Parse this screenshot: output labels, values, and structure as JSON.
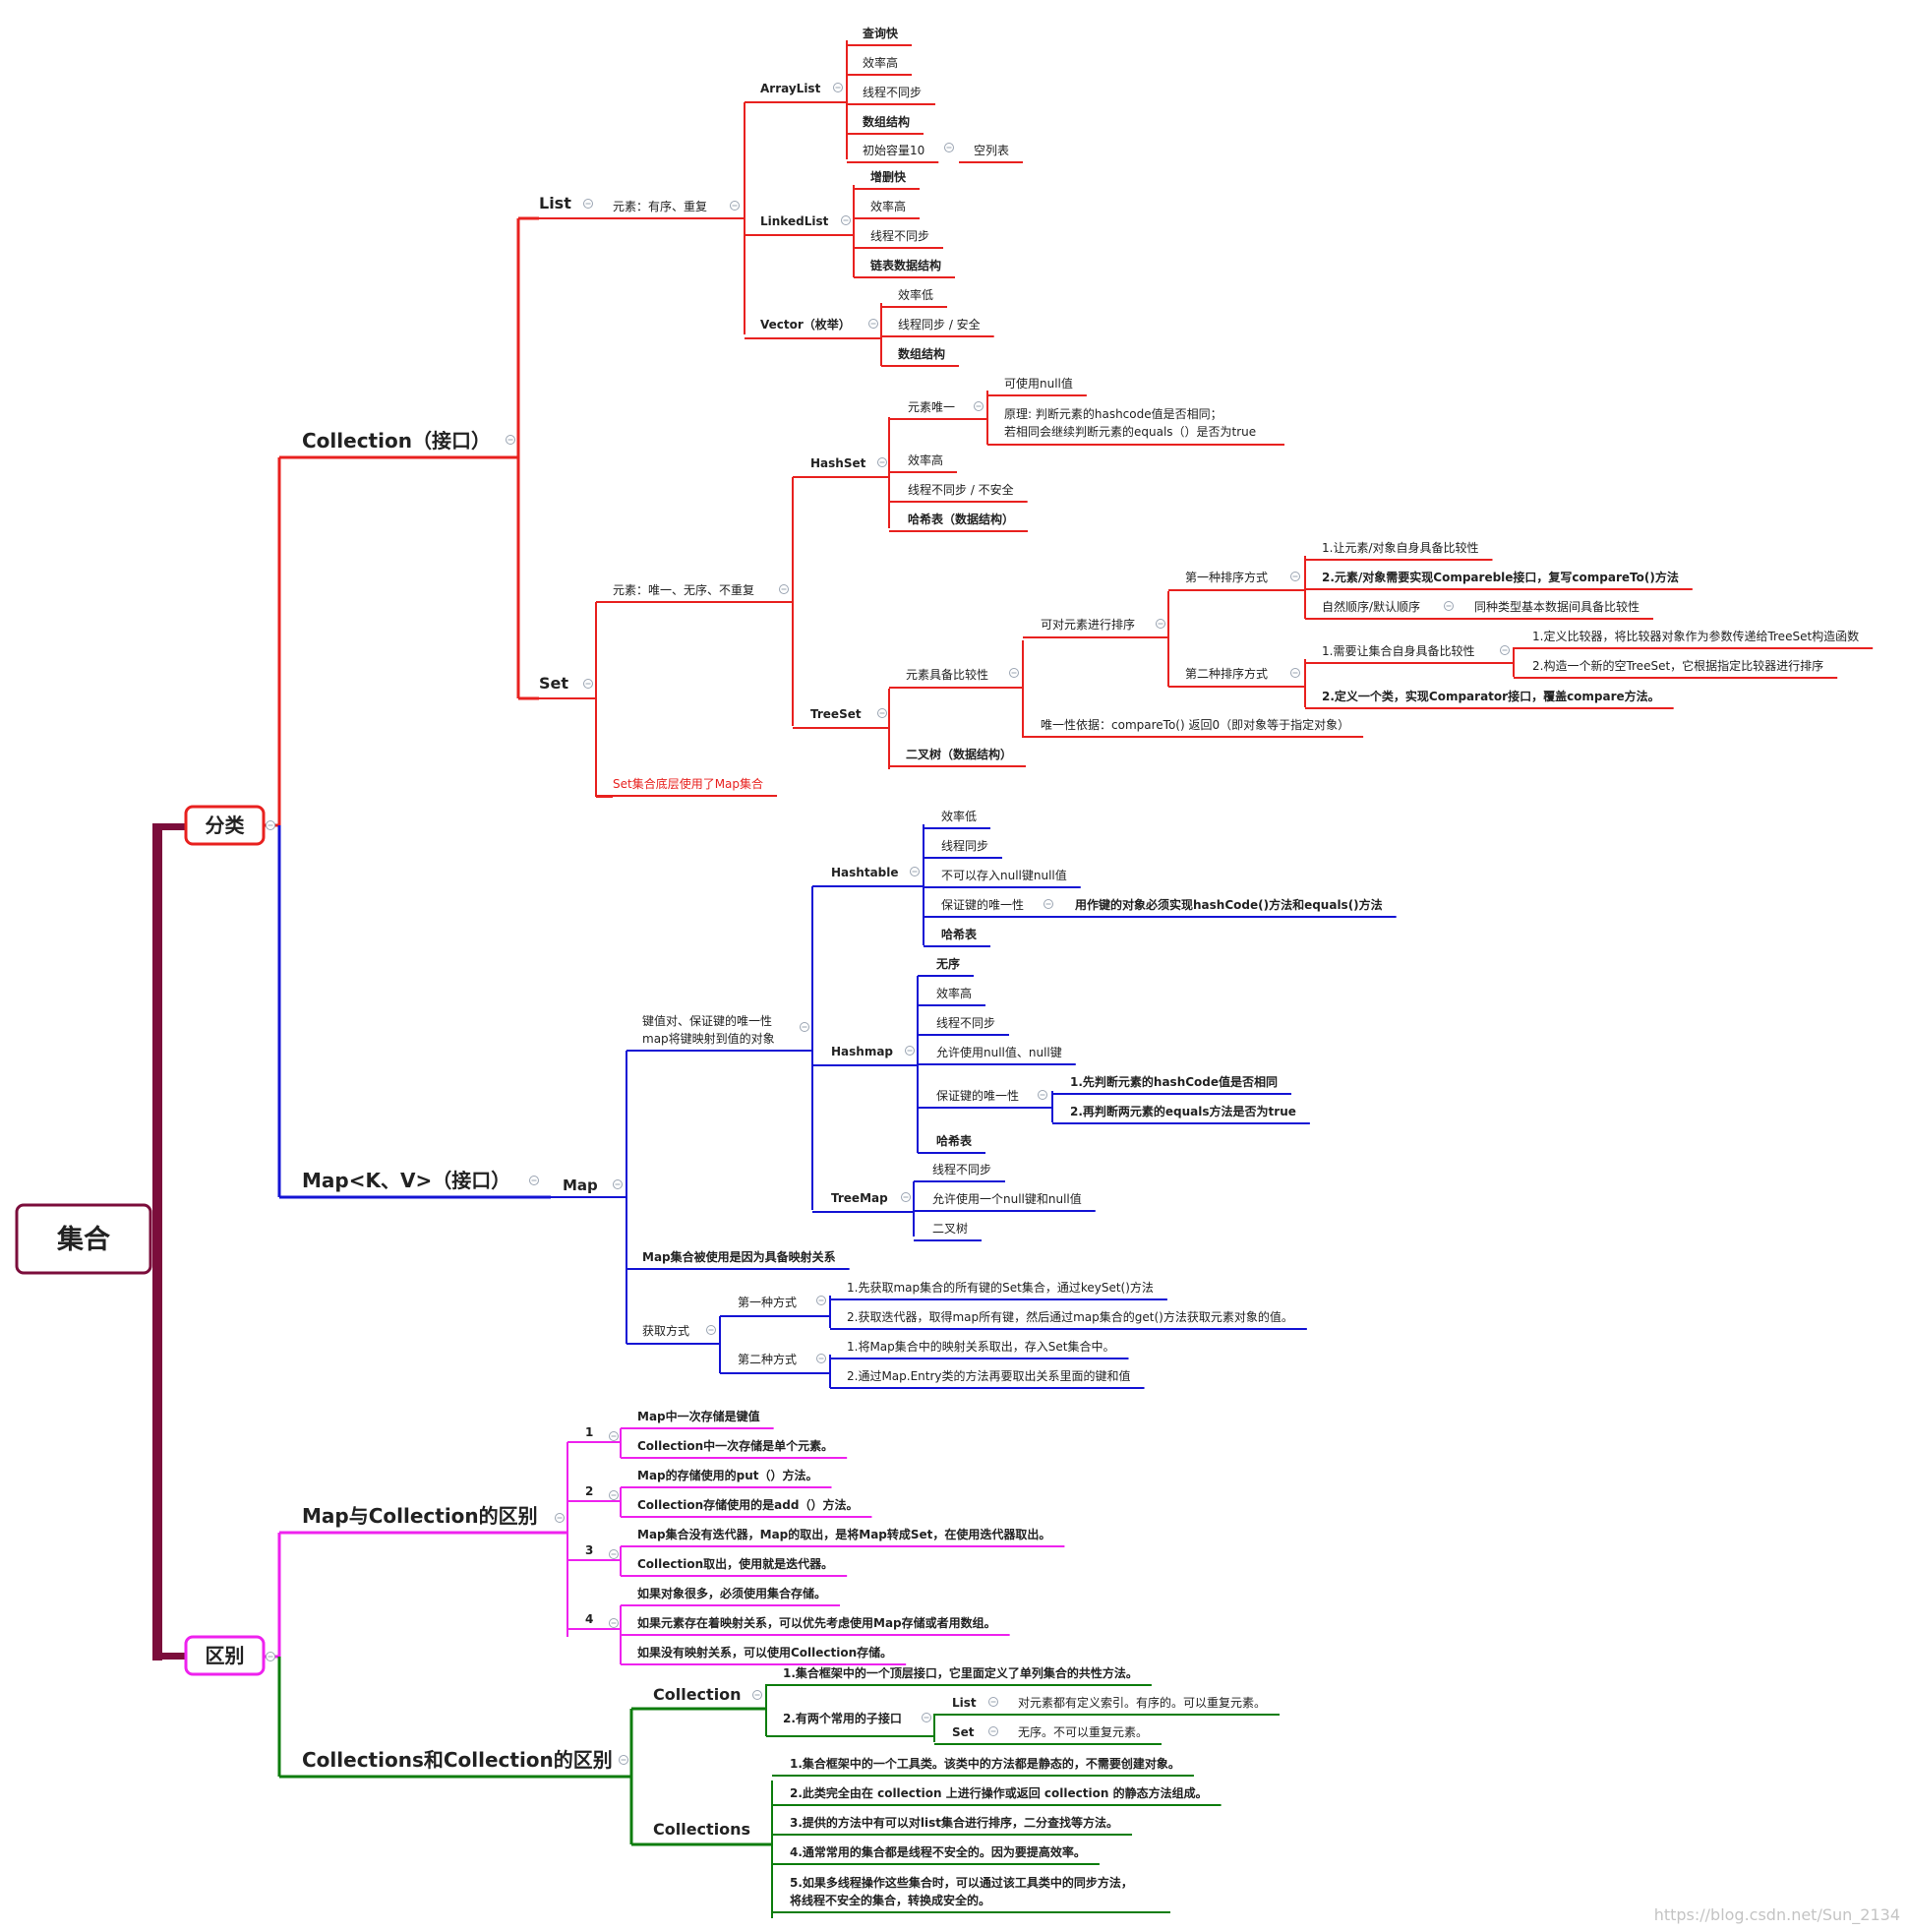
{
  "root": "集合",
  "watermark": "https://blog.csdn.net/Sun_2134",
  "colors": {
    "root": "#7b0d3b",
    "collection": "#e8211f",
    "map": "#1414d4",
    "diff": "#ee22ee",
    "collections": "#0d7d0d",
    "text": "#222222",
    "setNote": "#e8211f",
    "collapse": "#9aa4b2"
  },
  "cat": "分类",
  "diffCat": "区别",
  "col": {
    "title": "Collection（接口）",
    "list": {
      "label": "List",
      "desc": "元素：有序、重复",
      "arraylist": {
        "label": "ArrayList",
        "items": [
          "查询快",
          "效率高",
          "线程不同步",
          "数组结构",
          "初始容量10"
        ],
        "sub": "空列表"
      },
      "linkedlist": {
        "label": "LinkedList",
        "items": [
          "增删快",
          "效率高",
          "线程不同步",
          "链表数据结构"
        ]
      },
      "vector": {
        "label": "Vector（枚举）",
        "items": [
          "效率低",
          "线程同步 / 安全",
          "数组结构"
        ]
      }
    },
    "set": {
      "label": "Set",
      "desc": "元素：唯一、无序、不重复",
      "note": "Set集合底层使用了Map集合",
      "hashset": {
        "label": "HashSet",
        "unique": "元素唯一",
        "nullable": "可使用null值",
        "principle": [
          "原理: 判断元素的hashcode值是否相同；",
          "若相同会继续判断元素的equals（）是否为true"
        ],
        "items": [
          "效率高",
          "线程不同步 / 不安全",
          "哈希表（数据结构）"
        ]
      },
      "treeset": {
        "label": "TreeSet",
        "comparable": "元素具备比较性",
        "sortable": "可对元素进行排序",
        "way1": "第一种排序方式",
        "way1Items": [
          "1.让元素/对象自身具备比较性",
          "2.元素/对象需要实现Compareble接口，复写compareTo()方法",
          "自然顺序/默认顺序"
        ],
        "natural": "同种类型基本数据间具备比较性",
        "way2": "第二种排序方式",
        "way2a": "1.需要让集合自身具备比较性",
        "way2aItems": [
          "1.定义比较器，将比较器对象作为参数传递给TreeSet构造函数",
          "2.构造一个新的空TreeSet，它根据指定比较器进行排序"
        ],
        "way2b": "2.定义一个类，实现Comparator接口，覆盖compare方法。",
        "uniqueBy": "唯一性依据：compareTo() 返回0（即对象等于指定对象）",
        "tree": "二叉树（数据结构）"
      }
    }
  },
  "mapTitle": "Map<K、V>（接口）",
  "map": {
    "label": "Map",
    "desc": [
      "键值对、保证键的唯一性",
      "map将键映射到值的对象"
    ],
    "hashtable": {
      "label": "Hashtable",
      "items": [
        "效率低",
        "线程同步",
        "不可以存入null键null值",
        "保证键的唯一性",
        "哈希表"
      ],
      "uniq": "用作键的对象必须实现hashCode()方法和equals()方法"
    },
    "hashmap": {
      "label": "Hashmap",
      "items": [
        "无序",
        "效率高",
        "线程不同步",
        "允许使用null值、null键",
        "保证键的唯一性",
        "哈希表"
      ],
      "uniq": [
        "1.先判断元素的hashCode值是否相同",
        "2.再判断两元素的equals方法是否为true"
      ]
    },
    "treemap": {
      "label": "TreeMap",
      "items": [
        "线程不同步",
        "允许使用一个null键和null值",
        "二叉树"
      ]
    },
    "mapping": "Map集合被使用是因为具备映射关系",
    "fetch": "获取方式",
    "fetch1": "第一种方式",
    "fetch1Items": [
      "1.先获取map集合的所有键的Set集合，通过keySet()方法",
      "2.获取迭代器，取得map所有键，然后通过map集合的get()方法获取元素对象的值。"
    ],
    "fetch2": "第二种方式",
    "fetch2Items": [
      "1.将Map集合中的映射关系取出，存入Set集合中。",
      "2.通过Map.Entry类的方法再要取出关系里面的键和值"
    ]
  },
  "diff": {
    "title": "Map与Collection的区别",
    "groups": [
      {
        "n": "1",
        "items": [
          "Map中一次存储是键值",
          "Collection中一次存储是单个元素。"
        ]
      },
      {
        "n": "2",
        "items": [
          "Map的存储使用的put（）方法。",
          "Collection存储使用的是add（）方法。"
        ]
      },
      {
        "n": "3",
        "items": [
          "Map集合没有迭代器，Map的取出，是将Map转成Set，在使用迭代器取出。",
          "Collection取出，使用就是迭代器。"
        ]
      },
      {
        "n": "4",
        "items": [
          "如果对象很多，必须使用集合存储。",
          "如果元素存在着映射关系，可以优先考虑使用Map存储或者用数组。",
          "如果没有映射关系，可以使用Collection存储。"
        ]
      }
    ]
  },
  "colls": {
    "title": "Collections和Collection的区别",
    "collection": {
      "label": "Collection",
      "top": "1.集合框架中的一个顶层接口，它里面定义了单列集合的共性方法。",
      "sub": "2.有两个常用的子接口",
      "list": "List",
      "listDesc": "对元素都有定义索引。有序的。可以重复元素。",
      "set": "Set",
      "setDesc": "无序。不可以重复元素。"
    },
    "collections": {
      "label": "Collections",
      "items": [
        "1.集合框架中的一个工具类。该类中的方法都是静态的，不需要创建对象。",
        "2.此类完全由在 collection 上进行操作或返回 collection 的静态方法组成。",
        "3.提供的方法中有可以对list集合进行排序，二分查找等方法。",
        "4.通常常用的集合都是线程不安全的。因为要提高效率。"
      ],
      "last": [
        "5.如果多线程操作这些集合时，可以通过该工具类中的同步方法，",
        "将线程不安全的集合，转换成安全的。"
      ]
    }
  }
}
